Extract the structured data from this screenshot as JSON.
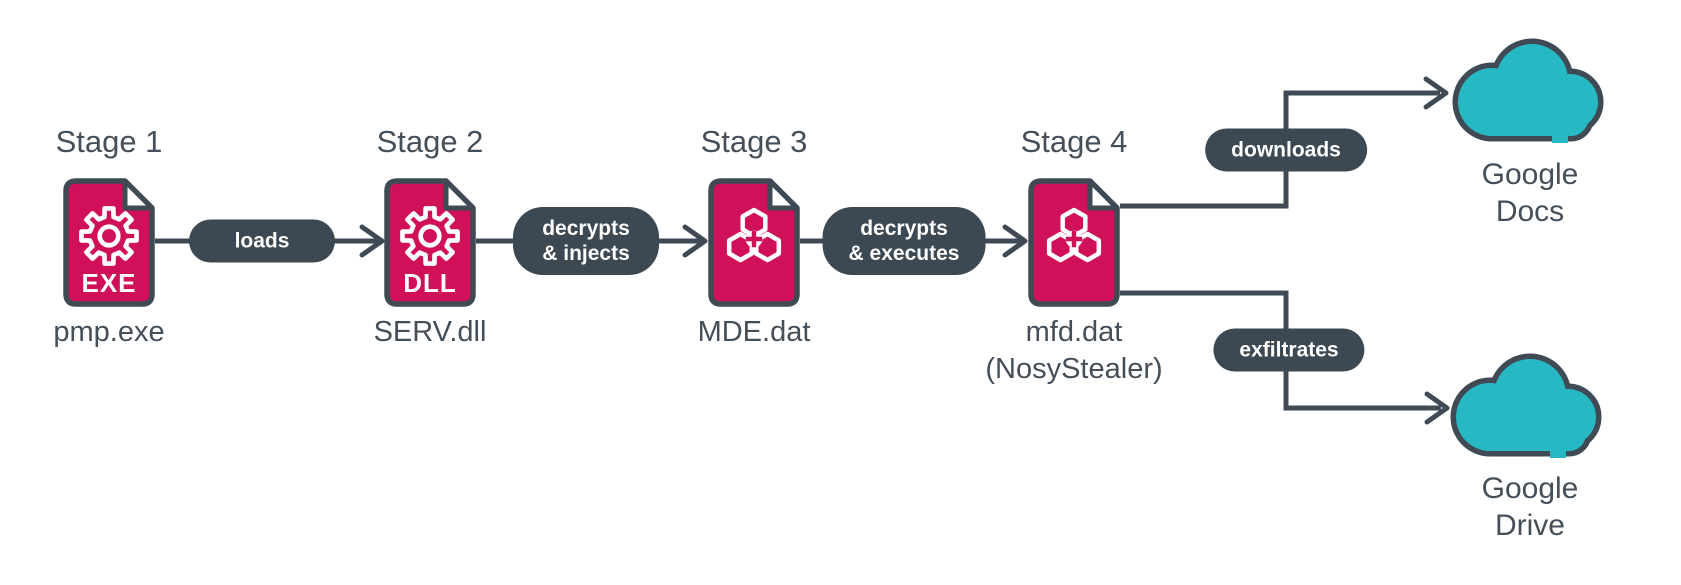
{
  "colors": {
    "crimson": "#d1105a",
    "slate": "#3f4a54",
    "teal": "#26b8c3",
    "pill": "#3c4852",
    "text": "#454f59"
  },
  "stages": [
    {
      "title": "Stage 1",
      "icon": "exe-file-gear-icon",
      "badge": "EXE",
      "filename": "pmp.exe",
      "filename_line2": ""
    },
    {
      "title": "Stage 2",
      "icon": "dll-file-gear-icon",
      "badge": "DLL",
      "filename": "SERV.dll",
      "filename_line2": ""
    },
    {
      "title": "Stage 3",
      "icon": "malware-file-icon",
      "badge": "",
      "filename": "MDE.dat",
      "filename_line2": ""
    },
    {
      "title": "Stage 4",
      "icon": "malware-file-icon",
      "badge": "",
      "filename": "mfd.dat",
      "filename_line2": "(NosyStealer)"
    }
  ],
  "transitions": [
    {
      "line1": "loads",
      "line2": ""
    },
    {
      "line1": "decrypts",
      "line2": "& injects"
    },
    {
      "line1": "decrypts",
      "line2": "& executes"
    }
  ],
  "destinations": [
    {
      "action": "downloads",
      "name_line1": "Google",
      "name_line2": "Docs"
    },
    {
      "action": "exfiltrates",
      "name_line1": "Google",
      "name_line2": "Drive"
    }
  ]
}
